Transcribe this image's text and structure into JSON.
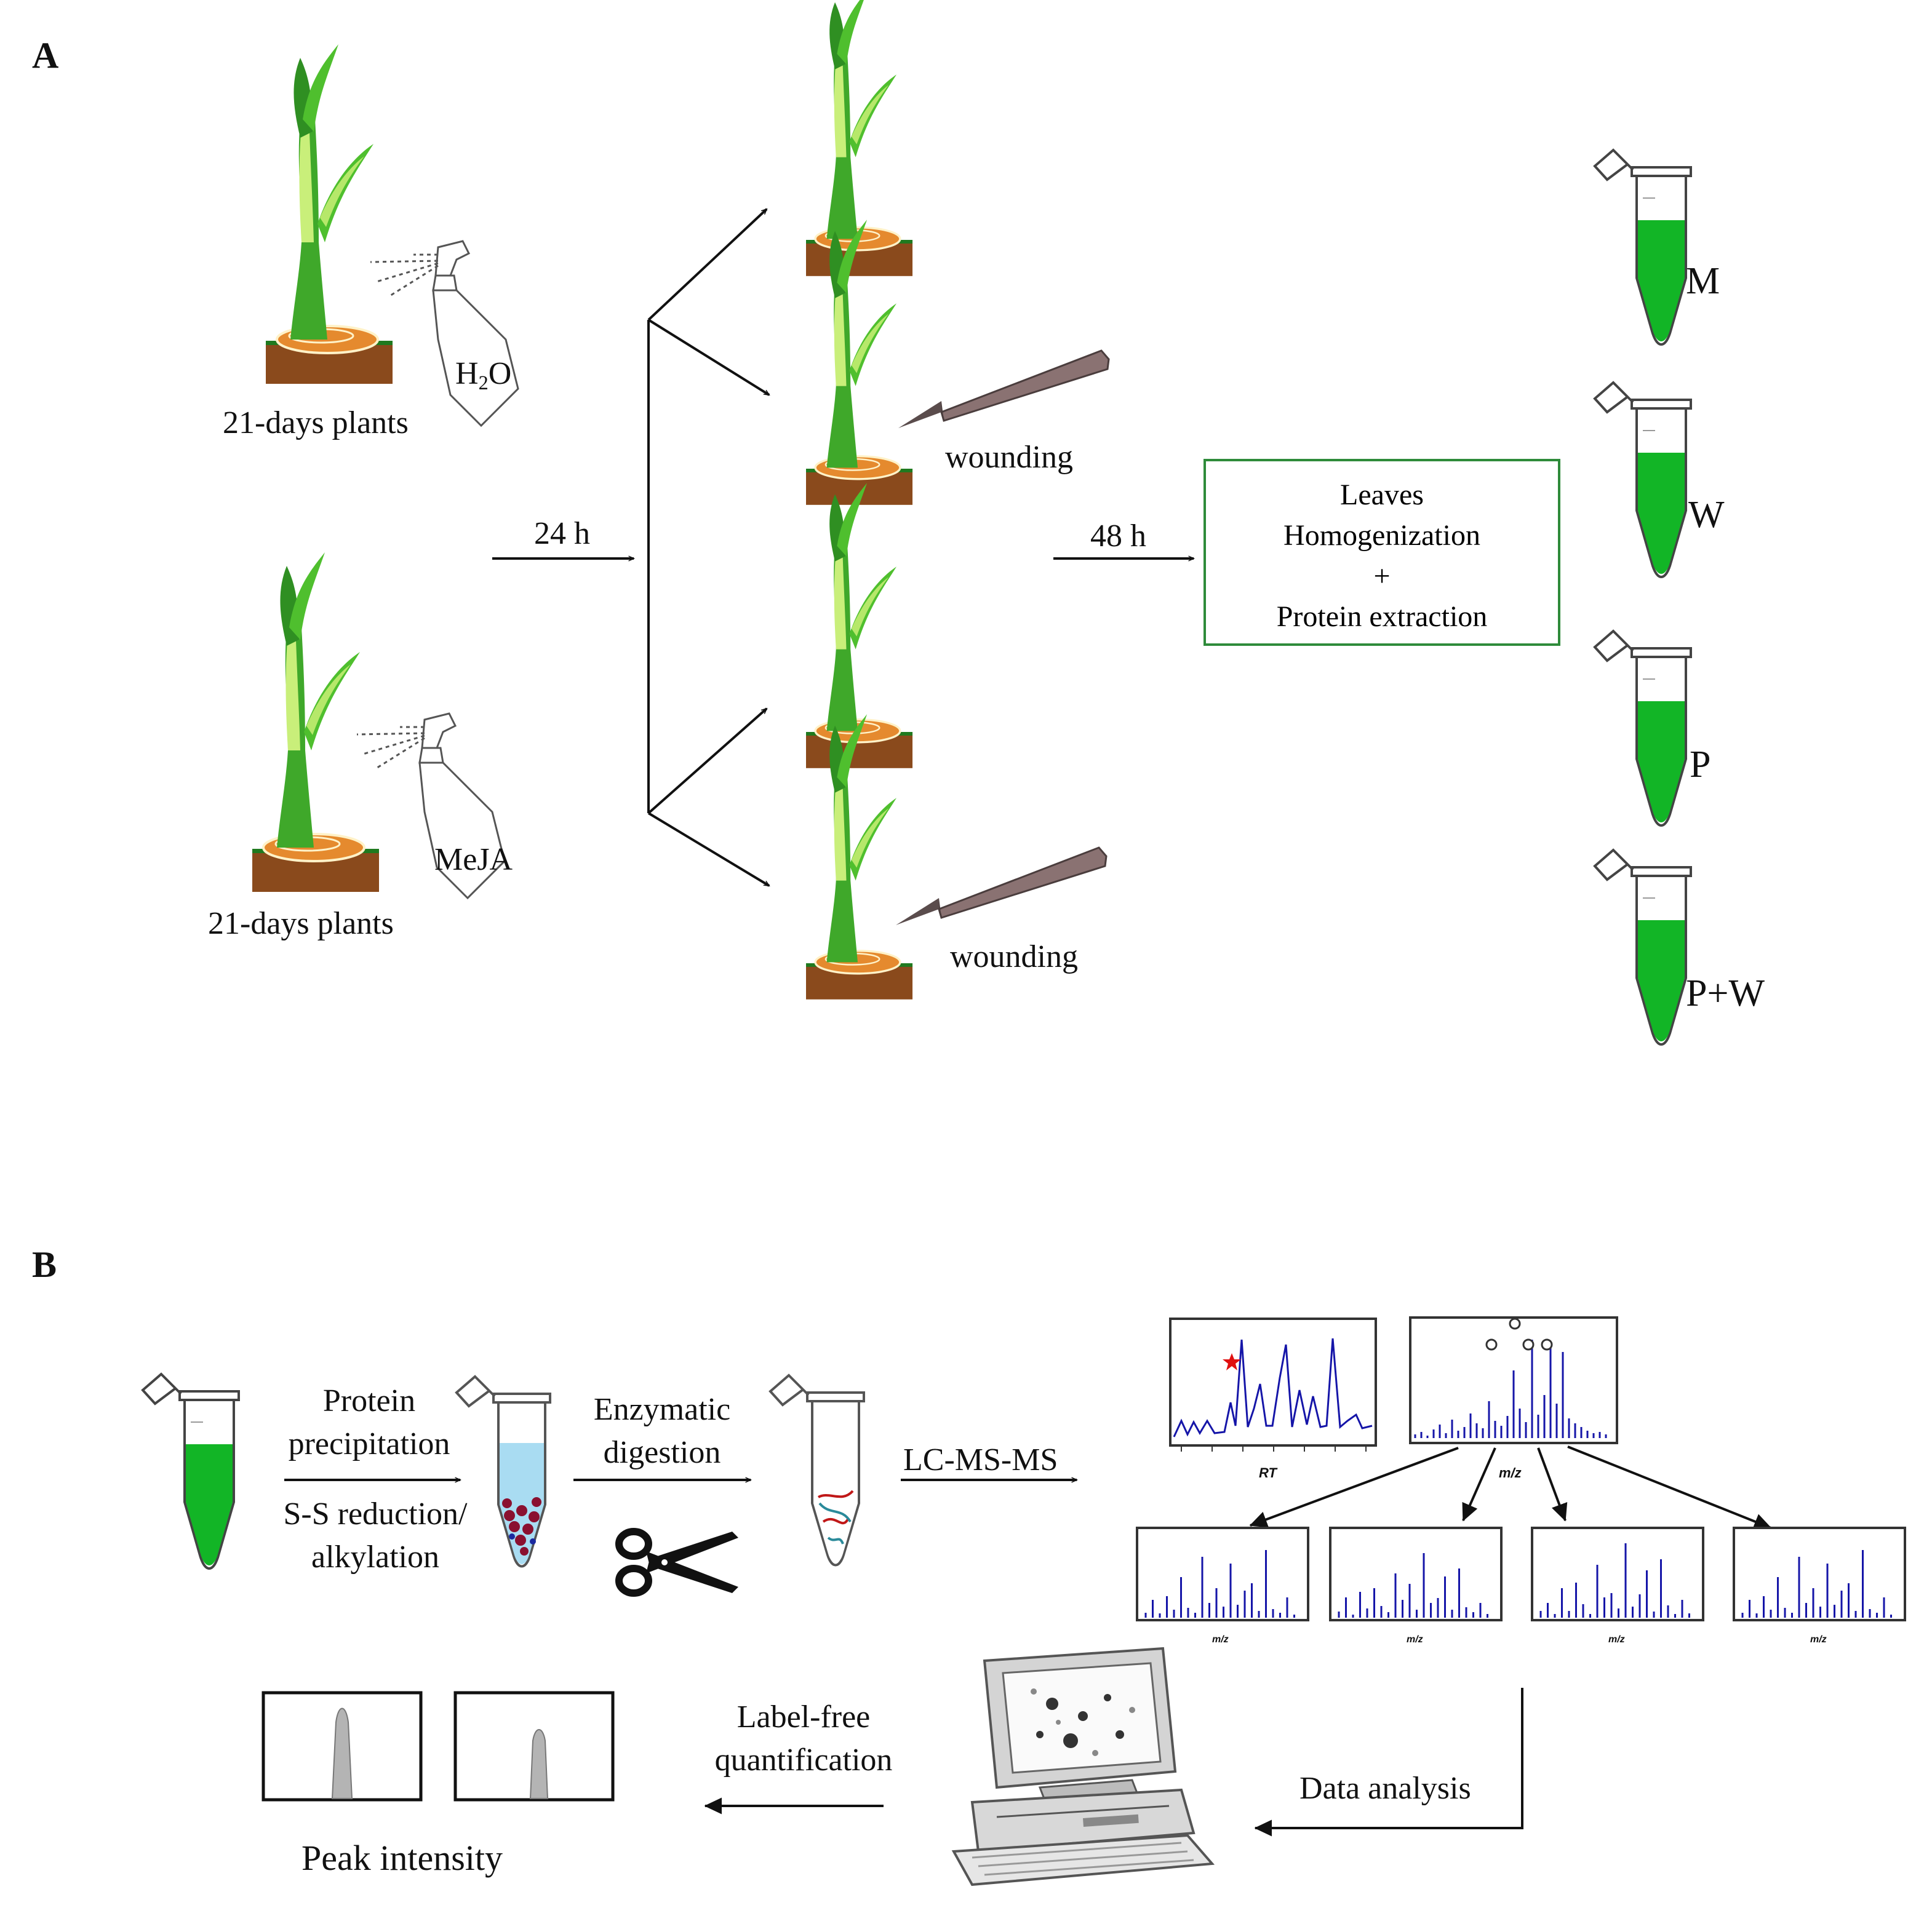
{
  "panel_a": {
    "label": "A",
    "h2o_label_prefix": "H",
    "h2o_label_sub": "2",
    "h2o_label_suffix": "O",
    "meja_label": "MeJA",
    "plants_label_top": "21-days plants",
    "plants_label_bottom": "21-days plants",
    "time_24": "24 h",
    "time_48": "48 h",
    "wounding_label_1": "wounding",
    "wounding_label_2": "wounding",
    "box_lines": [
      "Leaves",
      "Homogenization",
      "+",
      "Protein extraction"
    ],
    "tubes": [
      "M",
      "W",
      "P",
      "P+W"
    ]
  },
  "panel_b": {
    "label": "B",
    "step1_top": [
      "Protein",
      "precipitation"
    ],
    "step1_bottom": [
      "S-S reduction/",
      "alkylation"
    ],
    "step2": [
      "Enzymatic",
      "digestion"
    ],
    "lcms": "LC-MS-MS",
    "chrom_x_label": "RT",
    "ms_x_label": "m/z",
    "ms2_x_label": "m/z",
    "data_analysis": "Data analysis",
    "label_free": [
      "Label-free",
      "quantification"
    ],
    "peak_intensity": "Peak intensity"
  },
  "colors": {
    "tube_green": "#12b526",
    "box_border": "#2e8b3a",
    "spectrum_blue": "#1515a8",
    "soil_brown": "#8a4a1c",
    "plant_green": "#3fa82a",
    "seed_orange": "#e58a2e",
    "tube_light_blue": "#a9dcf2",
    "pellet_red": "#8a1030",
    "star_red": "#e01010"
  }
}
